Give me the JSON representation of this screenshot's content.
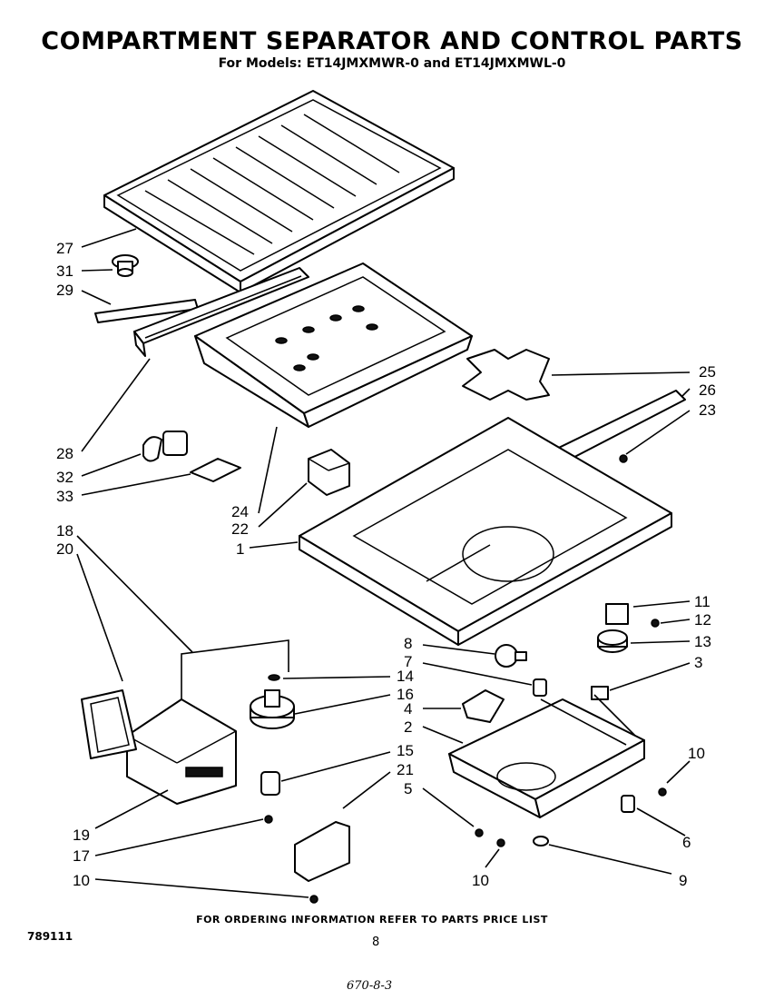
{
  "header": {
    "title": "COMPARTMENT SEPARATOR AND CONTROL PARTS",
    "subtitle": "For Models: ET14JMXMWR-0 and ET14JMXMWL-0"
  },
  "footer": {
    "note": "FOR ORDERING INFORMATION REFER TO PARTS PRICE LIST",
    "code": "789111",
    "page": "8",
    "handwritten": "670-8-3"
  },
  "callouts": [
    "27",
    "31",
    "29",
    "28",
    "32",
    "33",
    "24",
    "22",
    "18",
    "20",
    "19",
    "17",
    "10",
    "25",
    "26",
    "23",
    "1",
    "11",
    "12",
    "13",
    "8",
    "7",
    "14",
    "16",
    "4",
    "3",
    "2",
    "15",
    "21",
    "5",
    "10",
    "6",
    "9",
    "10"
  ]
}
